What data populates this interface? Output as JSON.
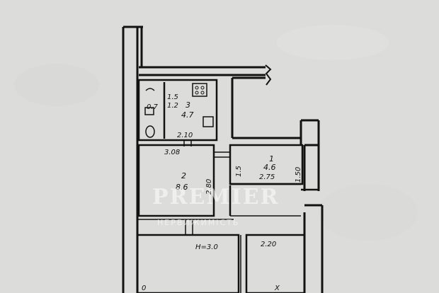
{
  "labels": {
    "room3_number": "3",
    "room3_area": "4.7",
    "wc_dim_a": "1.5",
    "wc_dim_b": "1.2",
    "wc_dim_c": "0.7",
    "room3_width": "2.10",
    "room2_width": "3.08",
    "room2_number": "2",
    "room2_area": "8.6",
    "room2_height": "2.80",
    "room1_number": "1",
    "room1_area": "4.6",
    "room1_width": "2.75",
    "room1_left_dim": "1.5",
    "room1_right_dim": "1.50",
    "ceiling_height": "H=3.0",
    "lower_right_width": "2.20",
    "bottom_left_partial": "0",
    "bottom_right_partial": "X"
  },
  "watermark": {
    "title": "PREMIER",
    "subtitle": "НЕРВИЖИМІСТЬ"
  },
  "colors": {
    "paper": "#dcdcdb",
    "ink": "#121212"
  }
}
